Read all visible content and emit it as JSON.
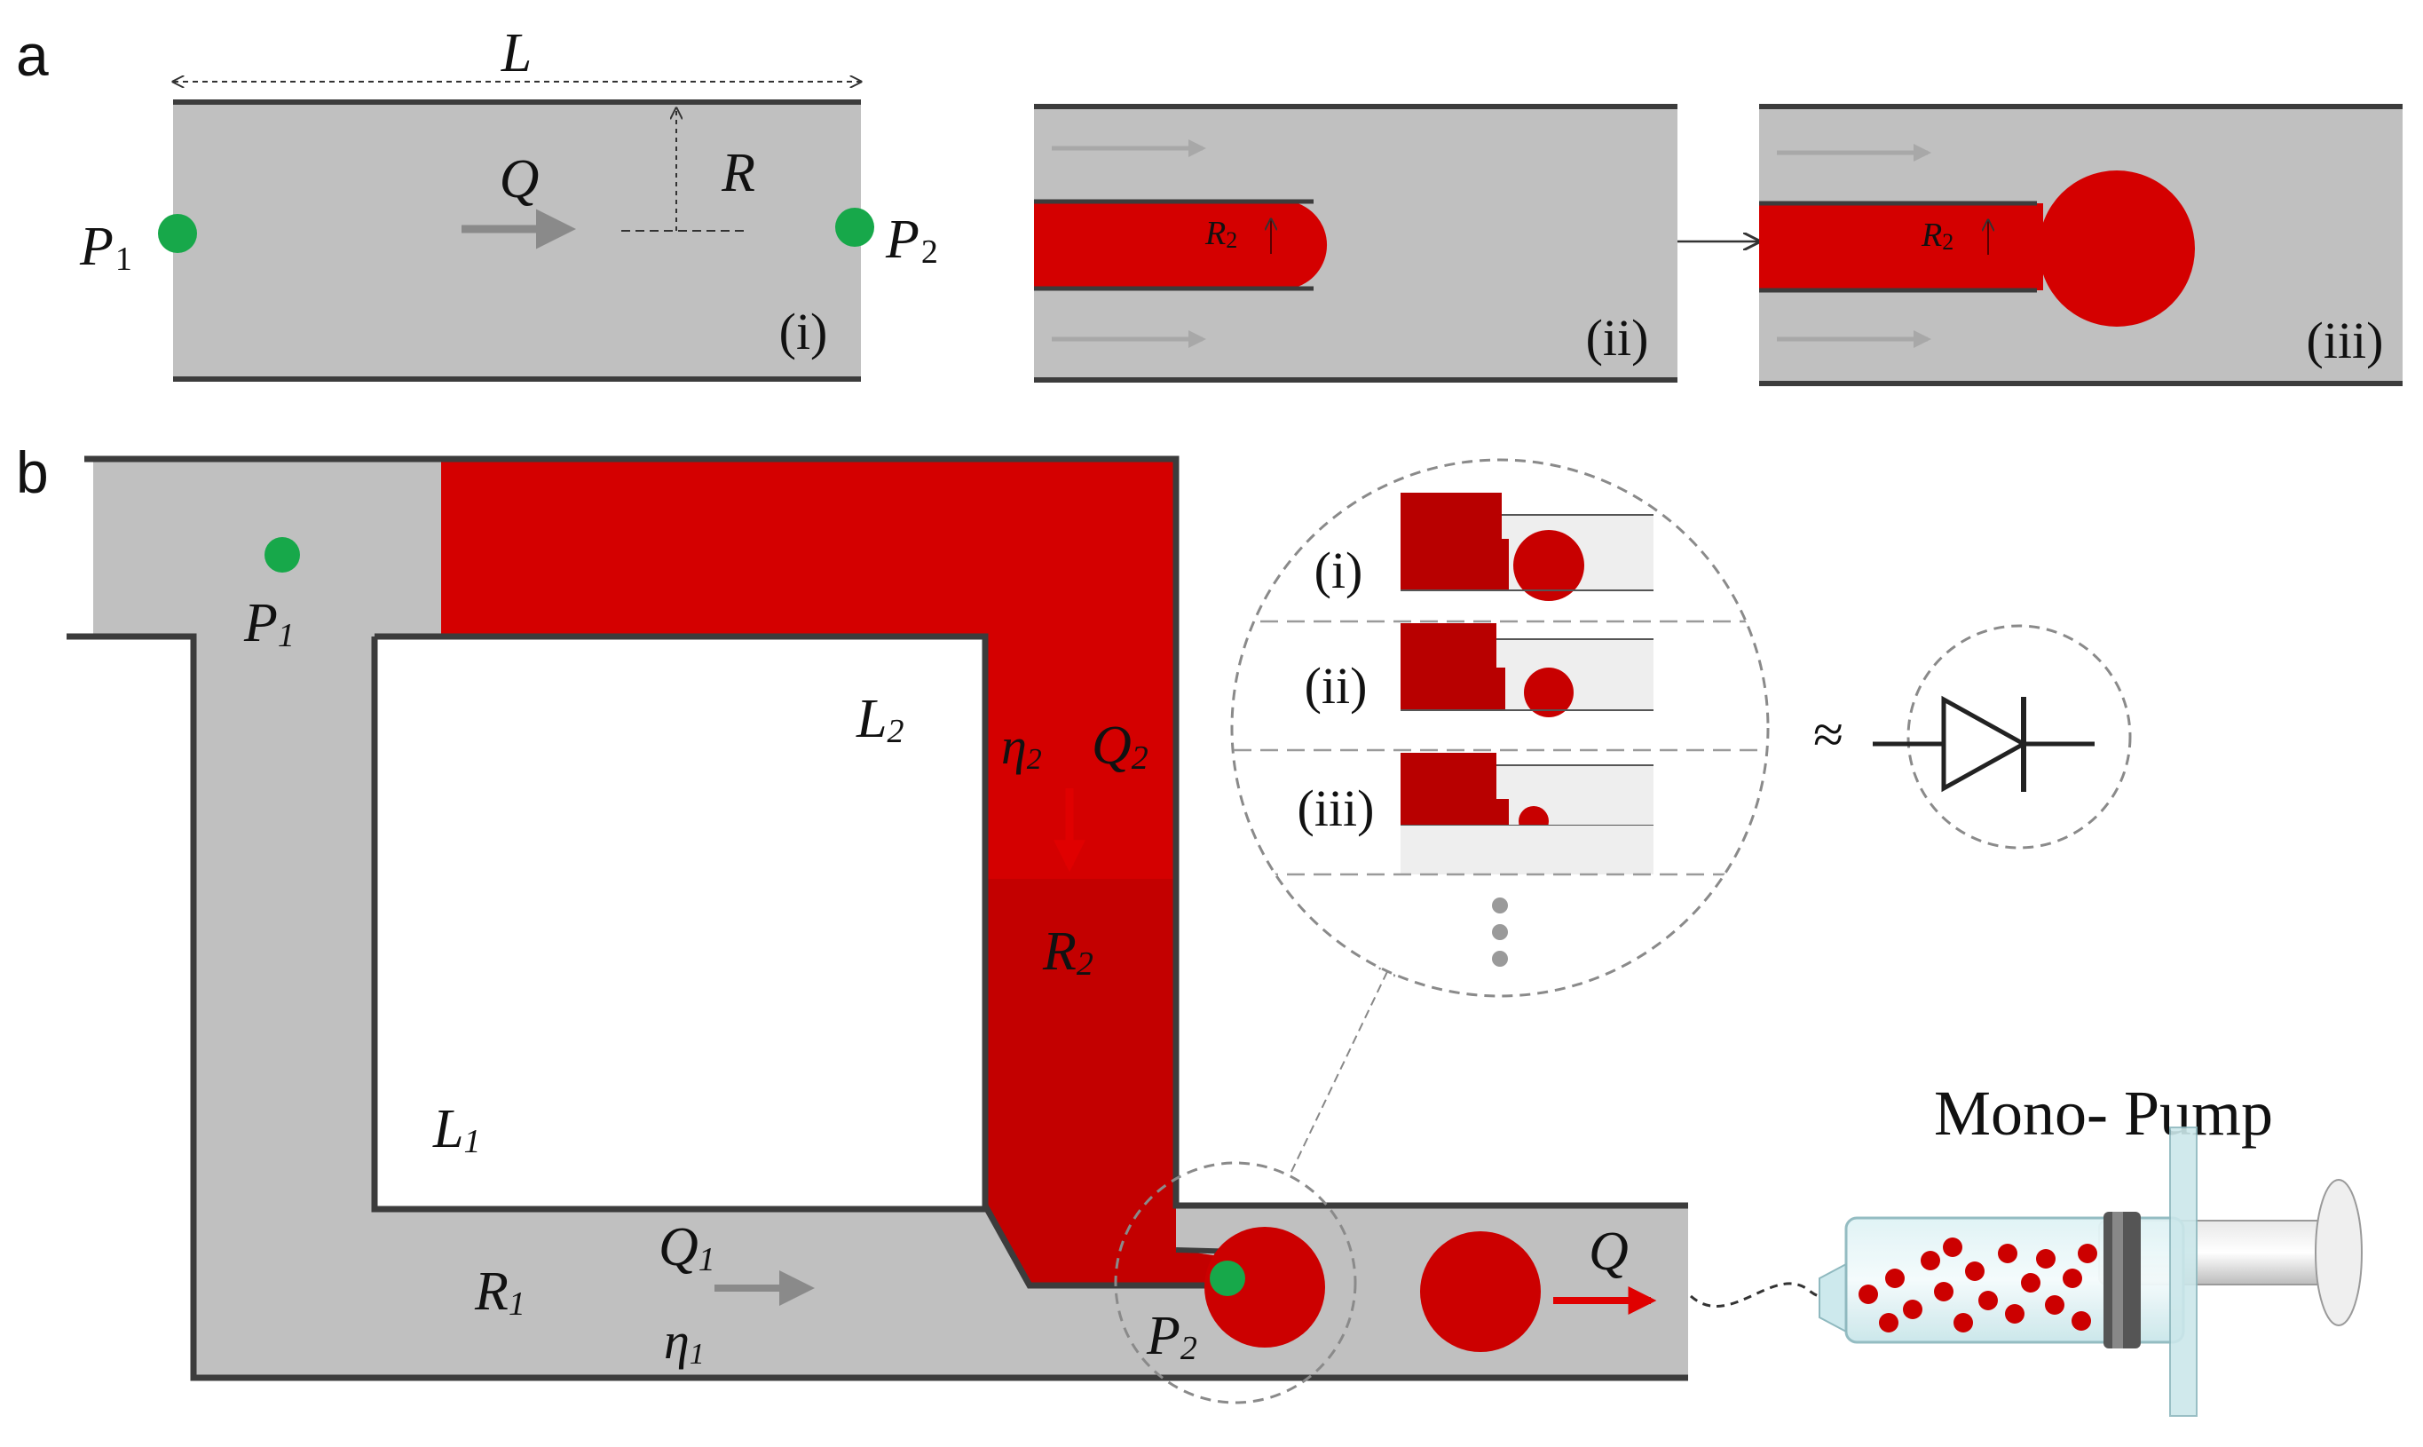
{
  "colors": {
    "channel_fill": "#c0c0c0",
    "channel_wall": "#3c3c3c",
    "fluid_red": "#d40000",
    "fluid_dark_red": "#b80000",
    "node_green": "#17a84a",
    "arrow_gray": "#8a8a8a",
    "dashed_gray": "#9a9a9a"
  },
  "panel_a": {
    "label": "a",
    "sub_i": {
      "length_symbol": "L",
      "flow_symbol": "Q",
      "radius_symbol": "R",
      "pressure_1_base": "P",
      "pressure_1_sub": "1",
      "pressure_2_base": "P",
      "pressure_2_sub": "2",
      "tag": "(i)"
    },
    "sub_ii": {
      "radius_base": "R",
      "radius_sub": "2",
      "tag": "(ii)"
    },
    "sub_iii": {
      "radius_base": "R",
      "radius_sub": "2",
      "tag": "(iii)"
    }
  },
  "panel_b": {
    "label": "b",
    "p1_base": "P",
    "p1_sub": "1",
    "p2_base": "P",
    "p2_sub": "2",
    "l1_base": "L",
    "l1_sub": "1",
    "l2_base": "L",
    "l2_sub": "2",
    "eta2_base": "η",
    "eta2_sub": "2",
    "q2_base": "Q",
    "q2_sub": "2",
    "r2_base": "R",
    "r2_sub": "2",
    "r1_base": "R",
    "r1_sub": "1",
    "q1_base": "Q",
    "q1_sub": "1",
    "eta1_base": "η",
    "eta1_sub": "1",
    "q_out": "Q",
    "zoom_tags": [
      "(i)",
      "(ii)",
      "(iii)"
    ],
    "approx_symbol": "≈",
    "pump_label": "Mono- Pump",
    "icons": [
      "diode-icon",
      "syringe-pump-icon"
    ]
  }
}
